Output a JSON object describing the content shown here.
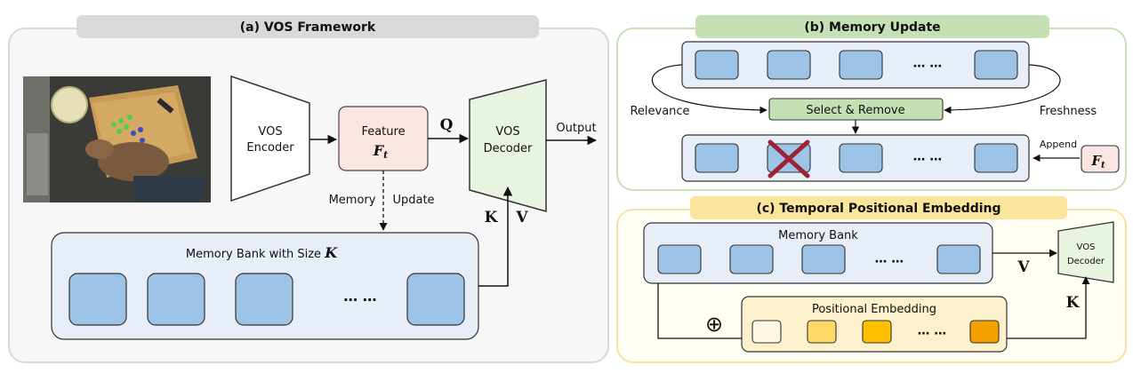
{
  "panel_a": {
    "title": "(a) VOS Framework",
    "encoder": [
      "VOS",
      "Encoder"
    ],
    "feature": {
      "label": "Feature",
      "symbol": "F",
      "subscript": "t"
    },
    "decoder": [
      "VOS",
      "Decoder"
    ],
    "q_label": "Q",
    "output_label": "Output",
    "memory_label": "Memory",
    "update_label": "Update",
    "k_label": "K",
    "v_label": "V",
    "memory_bank": {
      "label": "Memory Bank with Size ",
      "symbol": "K"
    },
    "ellipsis": "⋯ ⋯"
  },
  "panel_b": {
    "title": "(b) Memory Update",
    "relevance": "Relevance",
    "freshness": "Freshness",
    "select_remove": "Select & Remove",
    "append": "Append",
    "feature_symbol": "F",
    "feature_subscript": "t",
    "ellipsis": "⋯ ⋯"
  },
  "panel_c": {
    "title": "(c) Temporal Positional Embedding",
    "memory_bank": "Memory Bank",
    "positional_embedding": "Positional Embedding",
    "decoder": [
      "VOS",
      "Decoder"
    ],
    "v_label": "V",
    "k_label": "K",
    "oplus": "⊕",
    "ellipsis": "⋯ ⋯"
  },
  "colors": {
    "panel_a_border": "#d9d9d9",
    "panel_b_border": "#c8e0b6",
    "panel_c_border": "#f5e3a0",
    "memory_cell": "#9dc3e6",
    "feature_box": "#fbe5e2",
    "decoder_fill": "#e8f3e0",
    "select_remove": "#c5e0b4",
    "remove_mark": "#9b2335",
    "embedding": [
      "#fdf6e3",
      "#ffd966",
      "#ffc000",
      "#f4a100"
    ]
  }
}
